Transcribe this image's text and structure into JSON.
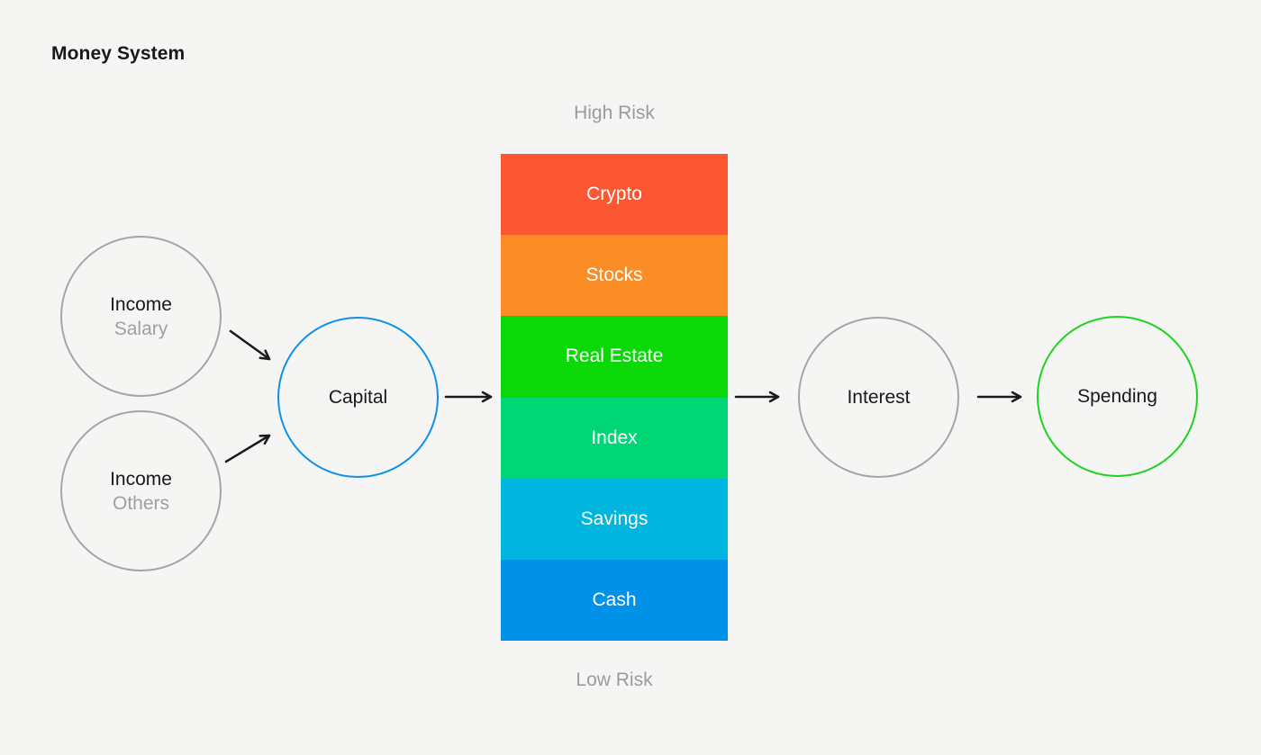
{
  "title": "Money System",
  "colors": {
    "background": "#f5f5f3",
    "text_primary": "#19191c",
    "text_muted": "#9fa0a4",
    "risk_label": "#9b9b9f",
    "arrow": "#1a1a1a",
    "node_border_default": "#a5a5a5",
    "node_border_capital": "#1190e8",
    "node_border_spending": "#21d121"
  },
  "nodes": {
    "income_salary": {
      "line1": "Income",
      "line2": "Salary",
      "border": "#a5a5a5"
    },
    "income_others": {
      "line1": "Income",
      "line2": "Others",
      "border": "#a5a5a5"
    },
    "capital": {
      "label": "Capital",
      "border": "#1190e8"
    },
    "interest": {
      "label": "Interest",
      "border": "#a5a5a5"
    },
    "spending": {
      "label": "Spending",
      "border": "#21d121"
    }
  },
  "stack": {
    "top_label": "High Risk",
    "bottom_label": "Low Risk",
    "bars": [
      {
        "label": "Crypto",
        "color": "#fb5733"
      },
      {
        "label": "Stocks",
        "color": "#fb8d27"
      },
      {
        "label": "Real Estate",
        "color": "#0bd807"
      },
      {
        "label": "Index",
        "color": "#00d676"
      },
      {
        "label": "Savings",
        "color": "#00b5de"
      },
      {
        "label": "Cash",
        "color": "#0092e8"
      }
    ]
  },
  "connectors": [
    {
      "from": "income_salary",
      "to": "capital"
    },
    {
      "from": "income_others",
      "to": "capital"
    },
    {
      "from": "capital",
      "to": "investment_stack"
    },
    {
      "from": "investment_stack",
      "to": "interest"
    },
    {
      "from": "interest",
      "to": "spending"
    }
  ]
}
